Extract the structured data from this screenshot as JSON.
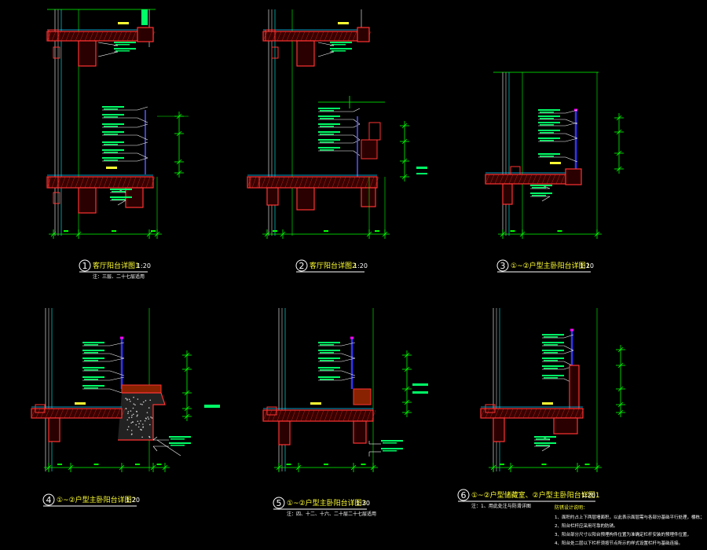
{
  "drawing": {
    "background": "#000000",
    "colors": {
      "dimension": "#00ff00",
      "slab": "#ff3333",
      "hatch": "#cc3322",
      "railing": "#3333ff",
      "leader": "#ffffff",
      "label": "#00ff66",
      "title": "#ffff33",
      "window": "#9a9a9a",
      "fill": "#555555"
    },
    "details": [
      {
        "num": "1",
        "title": "客厅阳台详图1",
        "scale": "1:20",
        "note": "注：三层、二十七层适用"
      },
      {
        "num": "2",
        "title": "客厅阳台详图2",
        "scale": "1:20",
        "note": ""
      },
      {
        "num": "3",
        "title": "①~②户型主卧阳台详图1",
        "scale": "1:20",
        "note": ""
      },
      {
        "num": "4",
        "title": "①~②户型主卧阳台详图2",
        "scale": "1:20",
        "note": ""
      },
      {
        "num": "5",
        "title": "①~②户型主卧阳台详图3",
        "scale": "1:20",
        "note": "注：四、十二、十六、二十层二十七层适用"
      },
      {
        "num": "6",
        "title": "①~②户型储藏室、②户型主卧阳台详图1",
        "scale": "1:20",
        "note": "注：1、用此处注与防滑详图"
      }
    ],
    "notes": {
      "title": "防锈设计说明：",
      "lines": [
        "1、面积约占上下两层墙面积，以此表示面层需与各部分基础平行处理，楼栋；",
        "2、阳台栏杆应采用可靠的防锈。",
        "3、阳台部分尺寸以阳台预埋构件位置为准确定栏杆安装的预埋件位置，",
        "4、阳台处二层以下栏杆须按节点所示的样式设置栏杆与基础连接。"
      ]
    }
  }
}
